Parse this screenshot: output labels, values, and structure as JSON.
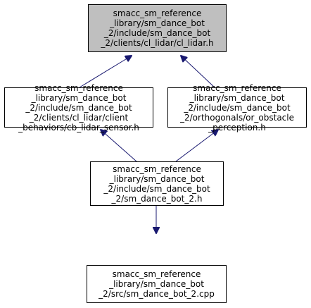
{
  "colors": {
    "edge": "#191970",
    "node_border": "#000000",
    "highlight_fill": "#bfbfbf",
    "node_fill": "#ffffff"
  },
  "nodes": {
    "root": {
      "lines": [
        "smacc_sm_reference",
        "_library/sm_dance_bot",
        "_2/include/sm_dance_bot",
        "_2/clients/cl_lidar/cl_lidar.h"
      ]
    },
    "left": {
      "lines": [
        "smacc_sm_reference",
        "_library/sm_dance_bot",
        "_2/include/sm_dance_bot",
        "_2/clients/cl_lidar/client",
        "_behaviors/cb_lidar_sensor.h"
      ]
    },
    "right": {
      "lines": [
        "smacc_sm_reference",
        "_library/sm_dance_bot",
        "_2/include/sm_dance_bot",
        "_2/orthogonals/or_obstacle",
        "_perception.h"
      ]
    },
    "middle": {
      "lines": [
        "smacc_sm_reference",
        "_library/sm_dance_bot",
        "_2/include/sm_dance_bot",
        "_2/sm_dance_bot_2.h"
      ]
    },
    "bottom": {
      "lines": [
        "smacc_sm_reference",
        "_library/sm_dance_bot",
        "_2/src/sm_dance_bot_2.cpp"
      ]
    }
  }
}
